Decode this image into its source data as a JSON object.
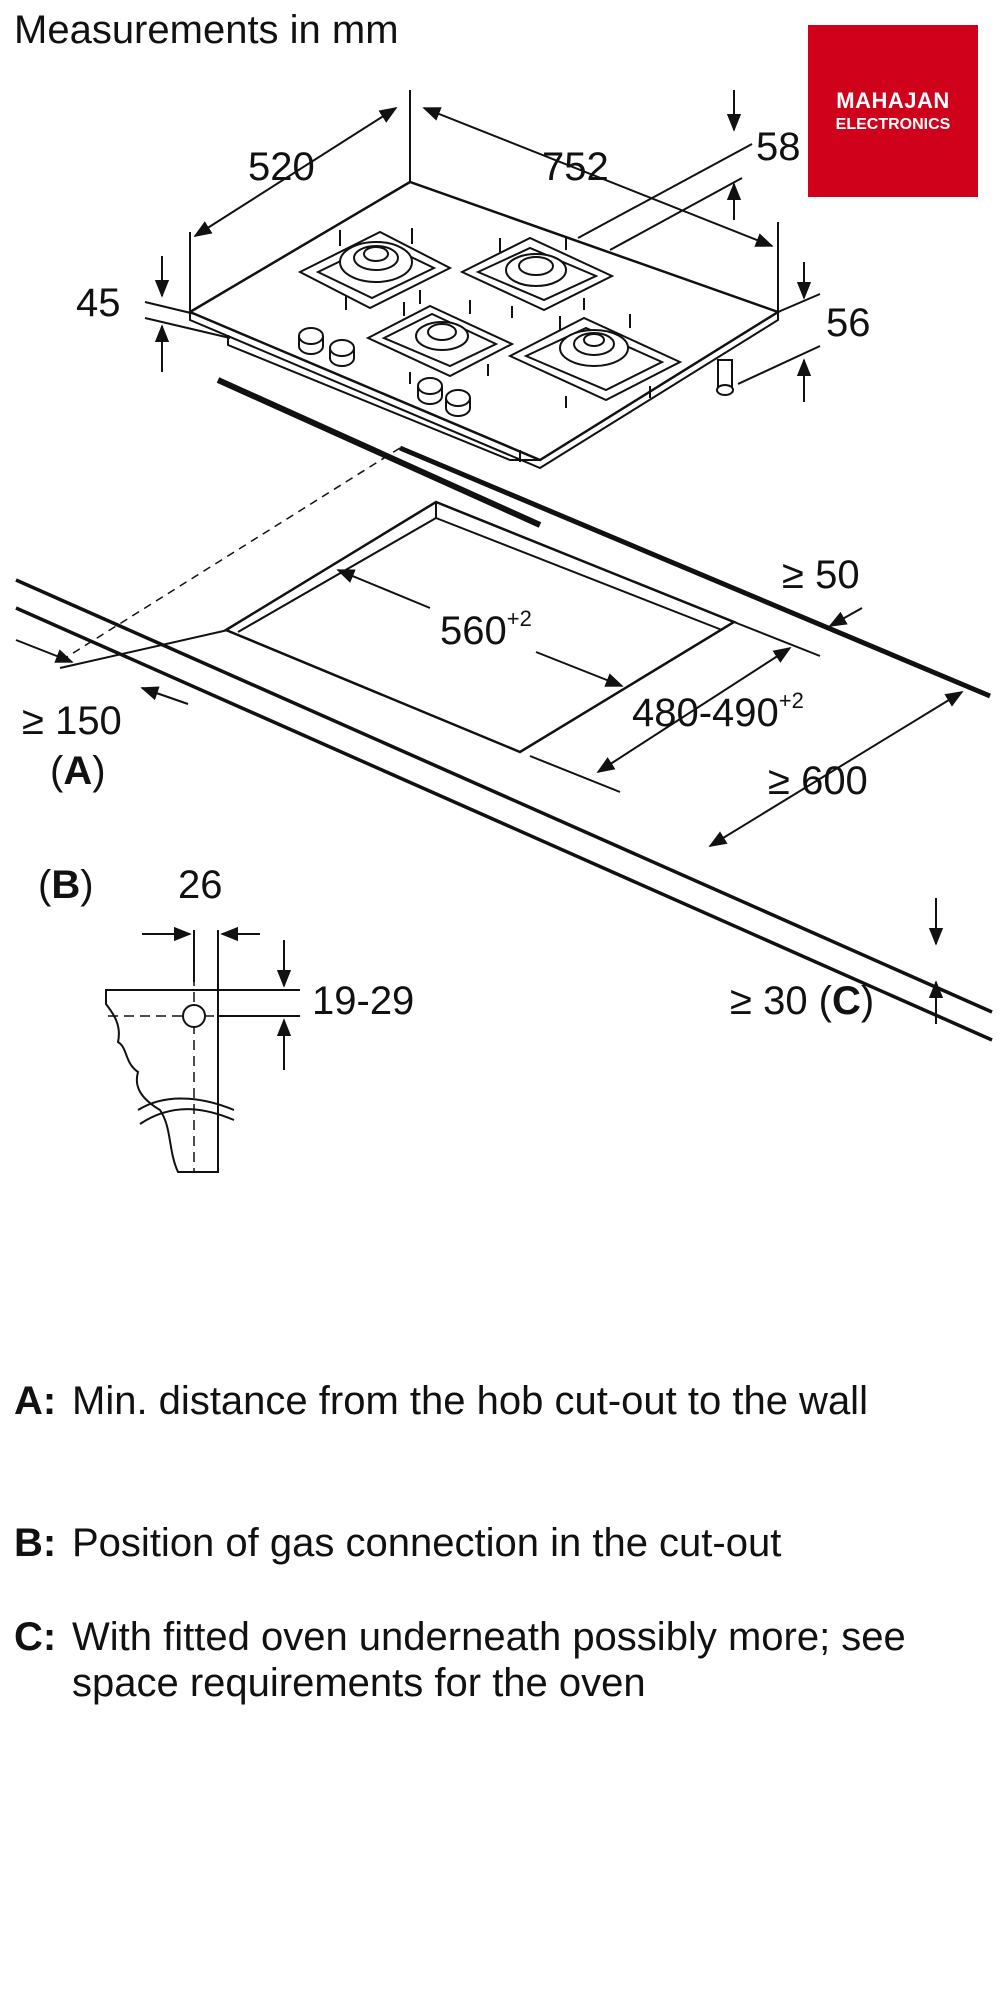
{
  "title": "Measurements in mm",
  "logo": {
    "line1": "MAHAJAN",
    "line2": "ELECTRONICS",
    "color": "#d0021b"
  },
  "dimensions": {
    "depth": "520",
    "width": "752",
    "front_offset": "58",
    "height": "45",
    "side_offset": "56",
    "rear_distance": "≥ 50",
    "cutout_width": "560",
    "cutout_width_tolerance": "+2",
    "cutout_depth": "480-490",
    "cutout_depth_tolerance": "+2",
    "wall_distance": "≥ 150",
    "worktop_depth": "≥ 600",
    "worktop_thickness": "≥ 30",
    "gas_offset": "26",
    "gas_height": "19-29"
  },
  "labels": {
    "a_mark": "(A)",
    "a_letter": "A",
    "b_mark": "(B)",
    "b_letter": "B",
    "c_mark": "(C)",
    "c_letter": "C"
  },
  "legend": [
    {
      "key": "A:",
      "text": "Min. distance from the hob cut-out to the wall"
    },
    {
      "key": "B:",
      "text": "Position of gas connection in the cut-out"
    },
    {
      "key": "C:",
      "text": "With fitted oven underneath possibly more; see space requirements for the oven"
    }
  ]
}
